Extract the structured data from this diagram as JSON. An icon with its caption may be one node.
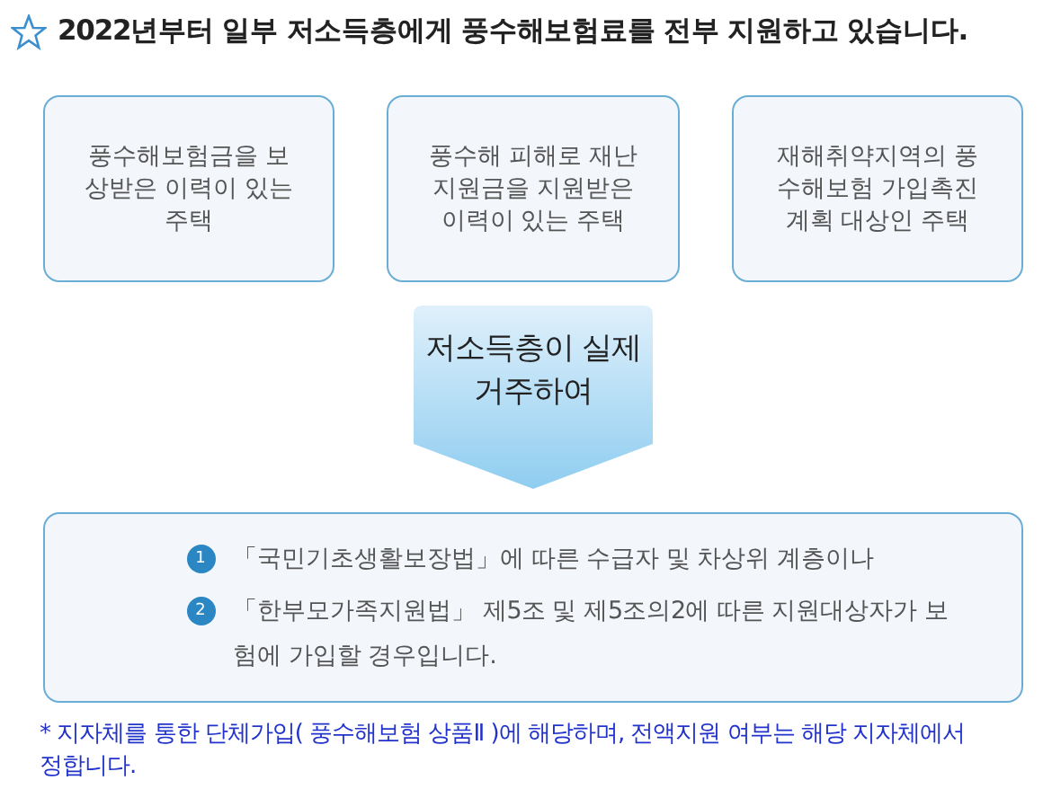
{
  "diagram": {
    "title": "2022년부터 일부 저소득층에게 풍수해보험료를 전부 지원하고 있습니다.",
    "caption": "* 지자체를 통한 단체가입( 풍수해보험 상품Ⅱ )에 해당하며, 전액지원 여부는 해당 지자체에서 정합니다.",
    "nodes": [
      {
        "text": [
          "풍수해보험금을 보상받은 이력이 있는 주택"
        ]
      },
      {
        "text": [
          "풍수해 피해로 재난지원금을 지원받은 이력이 있는 주택"
        ]
      },
      {
        "text": [
          "재해취약지역의 풍수해보험 가입촉진 계획 대상인 주택"
        ]
      },
      {
        "text": [
          "저소득층이 실제 거주하여"
        ]
      },
      {
        "text": [
          "1",
          "「국민기초생활보장법」에 따른 수급자 및 차상위 계층이나",
          "2",
          "「한부모가족지원법」 제5조 및 제5조의2에 따른 지원대상자가 보험에 가입할 경우입니다."
        ]
      }
    ]
  }
}
